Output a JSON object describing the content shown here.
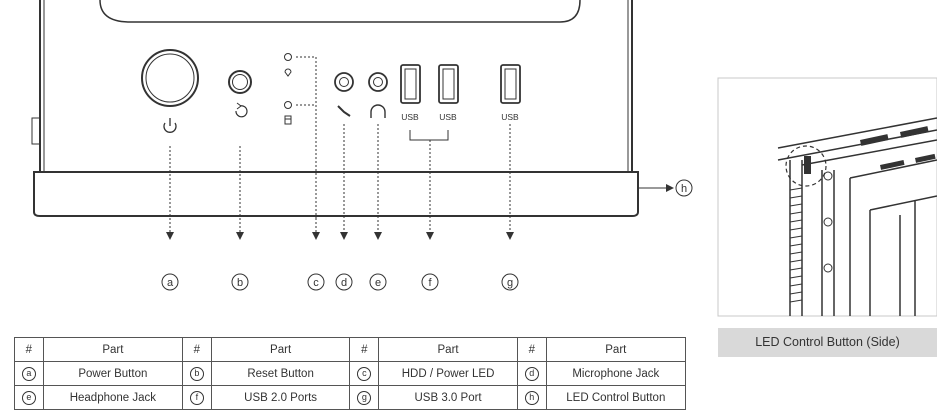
{
  "callouts": [
    "a",
    "b",
    "c",
    "d",
    "e",
    "f",
    "g",
    "h"
  ],
  "port_labels": {
    "usb1": "USB",
    "usb2": "USB",
    "usb3": "USB"
  },
  "table": {
    "headers": [
      "#",
      "Part",
      "#",
      "Part",
      "#",
      "Part",
      "#",
      "Part"
    ],
    "rows": [
      [
        {
          "key": "a",
          "part": "Power Button"
        },
        {
          "key": "b",
          "part": "Reset Button"
        },
        {
          "key": "c",
          "part": "HDD / Power LED"
        },
        {
          "key": "d",
          "part": "Microphone Jack"
        }
      ],
      [
        {
          "key": "e",
          "part": "Headphone Jack"
        },
        {
          "key": "f",
          "part": "USB 2.0 Ports"
        },
        {
          "key": "g",
          "part": "USB 3.0 Port"
        },
        {
          "key": "h",
          "part": "LED Control Button"
        }
      ]
    ]
  },
  "side_caption": "LED Control Button (Side)",
  "colors": {
    "line": "#333333",
    "caption_bg": "#d9d9d9",
    "panel_border": "#c8c8c8"
  }
}
